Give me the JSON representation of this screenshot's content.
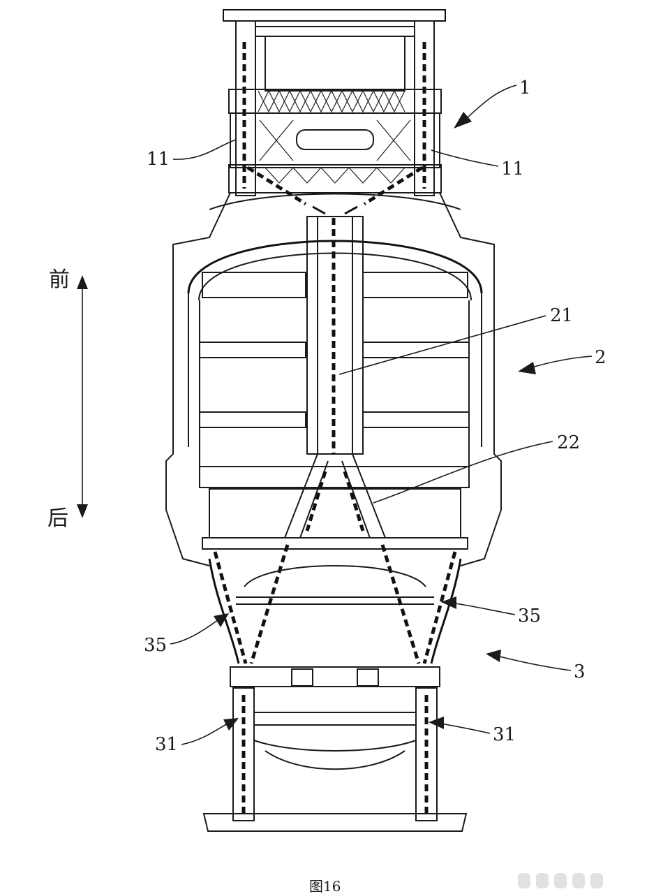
{
  "figure": {
    "caption": "图16",
    "direction": {
      "front": "前",
      "rear": "后"
    },
    "labels": {
      "assembly_1": "1",
      "part_11_left": "11",
      "part_11_right": "11",
      "part_21": "21",
      "assembly_2": "2",
      "part_22": "22",
      "part_35_right": "35",
      "part_35_left": "35",
      "assembly_3": "3",
      "part_31_left": "31",
      "part_31_right": "31"
    }
  }
}
